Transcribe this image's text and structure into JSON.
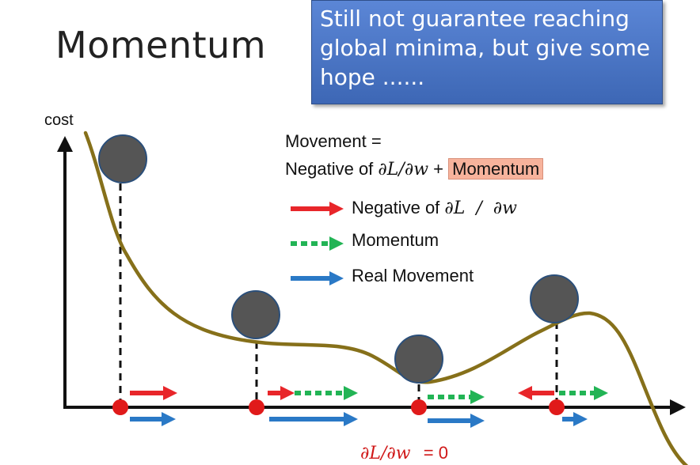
{
  "slide": {
    "title": "Momentum",
    "callout_lines": [
      "Still not guarantee reaching",
      "global minima, but give some",
      "hope ......"
    ]
  },
  "diagram": {
    "y_axis_label": "cost",
    "formula": {
      "line1": "Movement =",
      "line2_prefix": "Negative of",
      "line2_math": "∂L/∂w",
      "line2_plus": "+",
      "line2_highlight": "Momentum"
    },
    "legend": {
      "negative_gradient_text": "Negative of",
      "negative_gradient_math": "∂L  /  ∂w",
      "momentum": "Momentum",
      "real_movement": "Real Movement"
    },
    "bottom_label_math": "∂L/∂w",
    "bottom_label_eq": "= 0",
    "colors": {
      "curve": "#86701a",
      "ball": "#555555",
      "gradient_arrow": "#e8262a",
      "momentum_arrow": "#22b455",
      "movement_arrow": "#2a79c6",
      "point": "#e01a1a",
      "callout": "#4472c4",
      "highlight": "#f7b39c"
    }
  }
}
